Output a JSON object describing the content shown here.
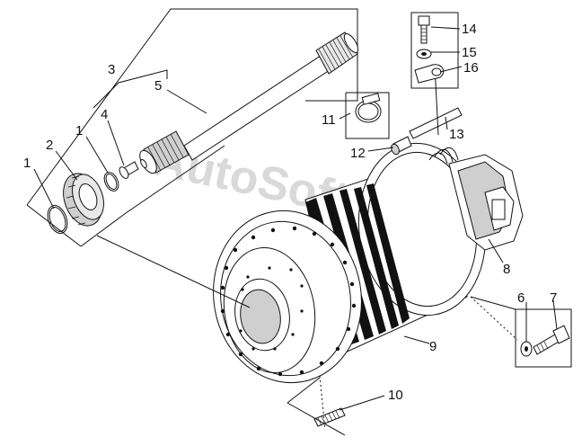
{
  "watermark": "AutoSoft.ru",
  "callouts": {
    "c1a": "1",
    "c1b": "1",
    "c2": "2",
    "c3": "3",
    "c4": "4",
    "c5": "5",
    "c6": "6",
    "c7": "7",
    "c8": "8",
    "c9": "9",
    "c10": "10",
    "c11": "11",
    "c12": "12",
    "c13": "13",
    "c14": "14",
    "c15": "15",
    "c16": "16"
  }
}
